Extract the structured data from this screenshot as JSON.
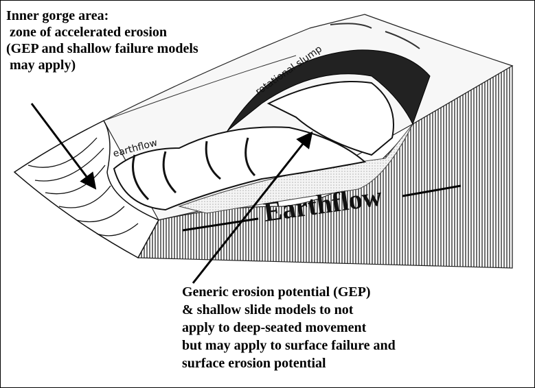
{
  "annotations": {
    "inner_gorge": [
      "Inner gorge area:",
      " zone of accelerated erosion",
      "(GEP and shallow failure models",
      " may apply)"
    ],
    "gep": [
      "Generic erosion potential (GEP)",
      "& shallow slide models to not",
      "apply to deep-seated movement",
      "but may apply to surface failure and",
      "surface erosion potential"
    ]
  },
  "diagram_labels": {
    "earthflow_small": "earthflow",
    "rotational_slump": "rotational slump",
    "earthflow_big": "Earthflow"
  }
}
